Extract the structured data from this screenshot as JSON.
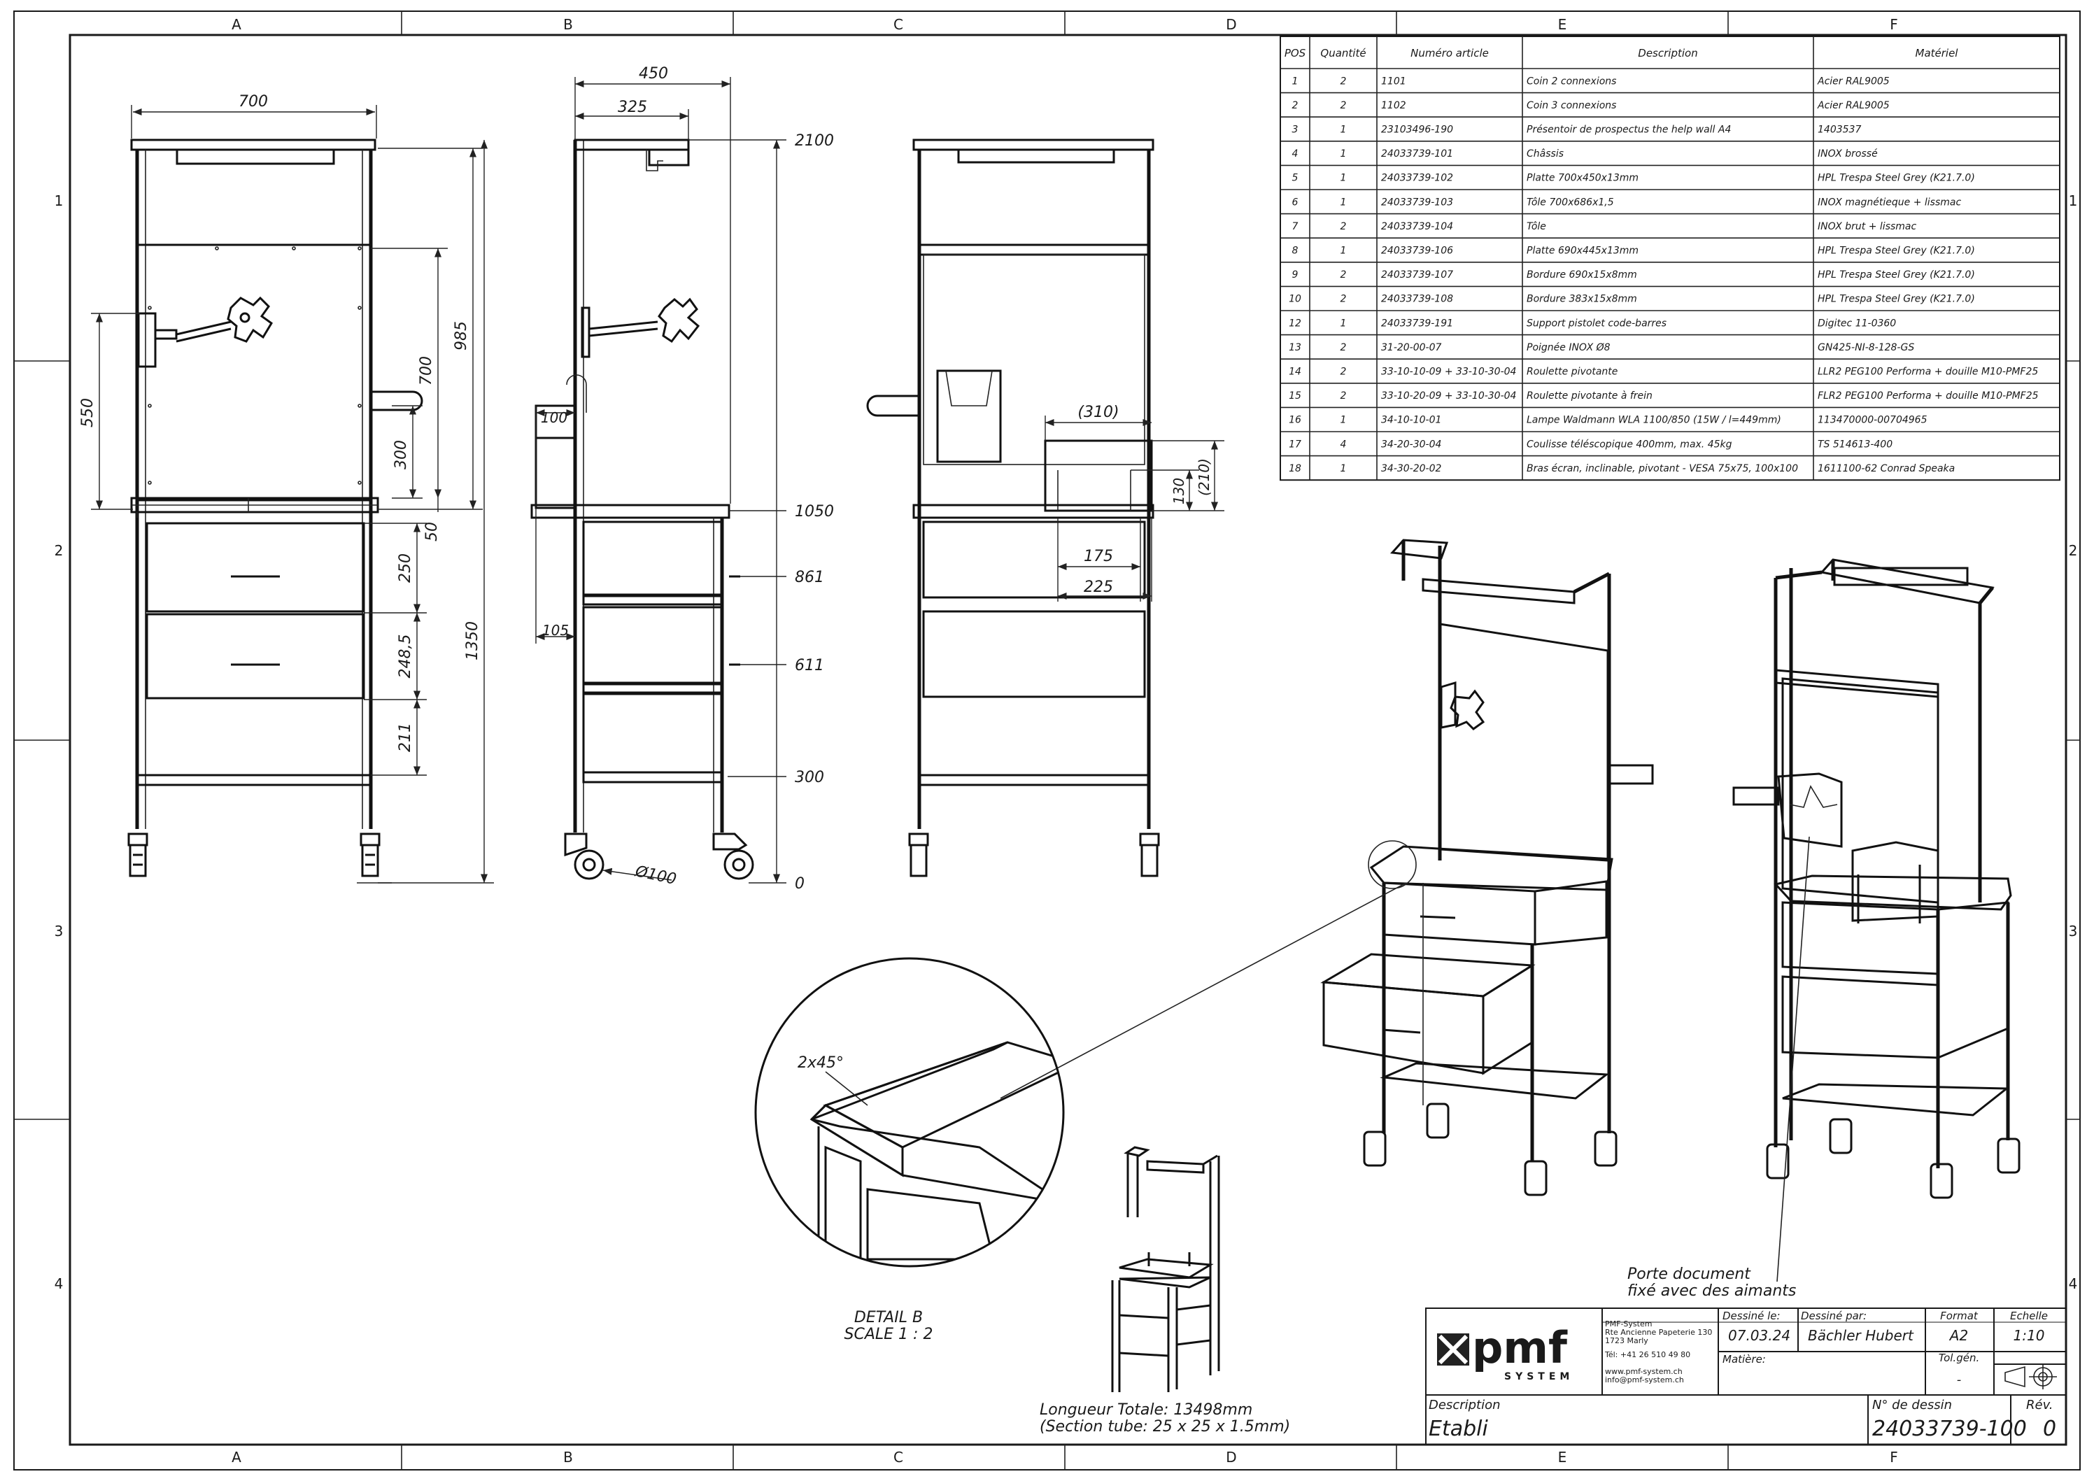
{
  "frame": {
    "columns": [
      "A",
      "B",
      "C",
      "D",
      "E",
      "F"
    ],
    "rows": [
      "1",
      "2",
      "3",
      "4"
    ]
  },
  "bom": {
    "headers": [
      "POS",
      "Quantité",
      "Numéro article",
      "Description",
      "Matériel"
    ],
    "rows": [
      [
        "1",
        "2",
        "1101",
        "Coin 2 connexions",
        "Acier RAL9005"
      ],
      [
        "2",
        "2",
        "1102",
        "Coin 3 connexions",
        "Acier RAL9005"
      ],
      [
        "3",
        "1",
        "23103496-190",
        "Présentoir de prospectus the help wall A4",
        "1403537"
      ],
      [
        "4",
        "1",
        "24033739-101",
        "Châssis",
        "INOX brossé"
      ],
      [
        "5",
        "1",
        "24033739-102",
        "Platte 700x450x13mm",
        "HPL Trespa Steel Grey (K21.7.0)"
      ],
      [
        "6",
        "1",
        "24033739-103",
        "Tôle 700x686x1,5",
        "INOX magnétieque + lissmac"
      ],
      [
        "7",
        "2",
        "24033739-104",
        "Tôle",
        "INOX brut + lissmac"
      ],
      [
        "8",
        "1",
        "24033739-106",
        "Platte 690x445x13mm",
        "HPL Trespa Steel Grey (K21.7.0)"
      ],
      [
        "9",
        "2",
        "24033739-107",
        "Bordure 690x15x8mm",
        "HPL Trespa Steel Grey (K21.7.0)"
      ],
      [
        "10",
        "2",
        "24033739-108",
        "Bordure 383x15x8mm",
        "HPL Trespa Steel Grey (K21.7.0)"
      ],
      [
        "12",
        "1",
        "24033739-191",
        "Support pistolet code-barres",
        "Digitec 11-0360"
      ],
      [
        "13",
        "2",
        "31-20-00-07",
        "Poignée INOX Ø8",
        "GN425-NI-8-128-GS"
      ],
      [
        "14",
        "2",
        "33-10-10-09 + 33-10-30-04",
        "Roulette pivotante",
        "LLR2 PEG100 Performa + douille M10-PMF25"
      ],
      [
        "15",
        "2",
        "33-10-20-09 + 33-10-30-04",
        "Roulette pivotante à frein",
        "FLR2 PEG100 Performa + douille M10-PMF25"
      ],
      [
        "16",
        "1",
        "34-10-10-01",
        "Lampe Waldmann WLA 1100/850 (15W / l=449mm)",
        "113470000-00704965"
      ],
      [
        "17",
        "4",
        "34-20-30-04",
        "Coulisse téléscopique 400mm, max. 45kg",
        "TS 514613-400"
      ],
      [
        "18",
        "1",
        "34-30-20-02",
        "Bras écran, inclinable, pivotant - VESA 75x75, 100x100",
        "1611100-62 Conrad Speaka"
      ]
    ]
  },
  "dims": {
    "front": {
      "w700": "700",
      "h985": "985",
      "h700": "700",
      "h550": "550",
      "h300": "300",
      "h50": "50",
      "h1350": "1350",
      "h250": "250",
      "h248": "248,5",
      "h211": "211"
    },
    "side": {
      "w450": "450",
      "w325": "325",
      "w100": "100",
      "w105": "105",
      "dia": "Ø100",
      "z2100": "2100",
      "z1050": "1050",
      "z861": "861",
      "z611": "611",
      "z300": "300",
      "z0": "0"
    },
    "rear": {
      "w310": "(310)",
      "w175": "175",
      "w225": "225",
      "h130": "130",
      "h210": "(210)"
    }
  },
  "detail": {
    "chamfer": "2x45°",
    "title": "DETAIL B",
    "scale": "SCALE 1 : 2"
  },
  "notes": {
    "porte_line1": "Porte document",
    "porte_line2": "fixé avec des aimants",
    "tube_line1": "Longueur Totale: 13498mm",
    "tube_line2": "(Section tube: 25 x 25 x 1.5mm)"
  },
  "titleblock": {
    "logo": "pmf",
    "logo_sub": "SYSTEM",
    "company": [
      "PMF-System",
      "Rte Ancienne Papeterie 130",
      "1723 Marly"
    ],
    "tel": "Tél:  +41 26 510 49 80",
    "web": [
      "www.pmf-system.ch",
      "info@pmf-system.ch"
    ],
    "drawn_on_label": "Dessiné le:",
    "drawn_on": "07.03.24",
    "drawn_by_label": "Dessiné par:",
    "drawn_by": "Bächler Hubert",
    "format_label": "Format",
    "format": "A2",
    "scale_label": "Echelle",
    "scale": "1:10",
    "material_label": "Matière:",
    "tol_label": "Tol.gén.",
    "tol": "-",
    "desc_label": "Description",
    "desc": "Etabli",
    "drawing_no_label": "N° de dessin",
    "drawing_no": "24033739-100",
    "rev_label": "Rév.",
    "rev": "0"
  }
}
